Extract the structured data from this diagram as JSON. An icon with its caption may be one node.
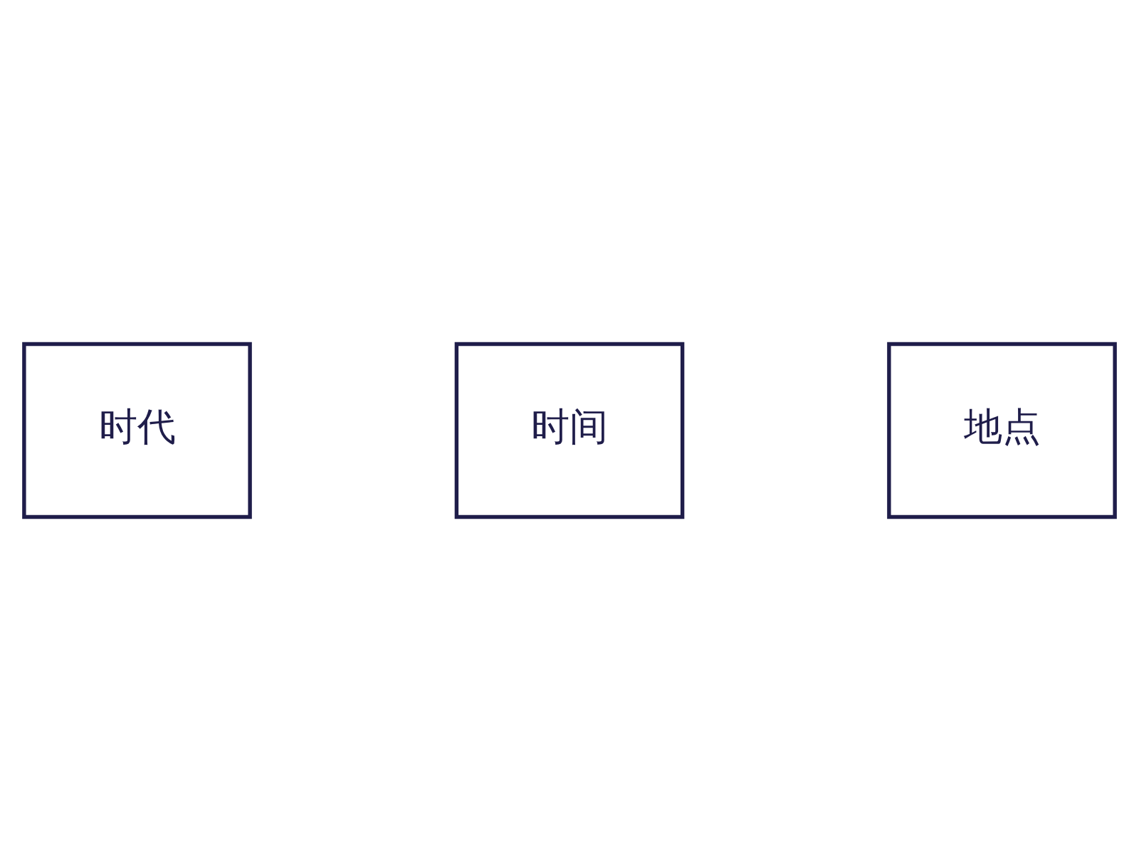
{
  "diagram": {
    "nodes": [
      {
        "text": [
          "时代"
        ]
      },
      {
        "text": [
          "时间"
        ]
      },
      {
        "text": [
          "地点"
        ]
      }
    ]
  }
}
